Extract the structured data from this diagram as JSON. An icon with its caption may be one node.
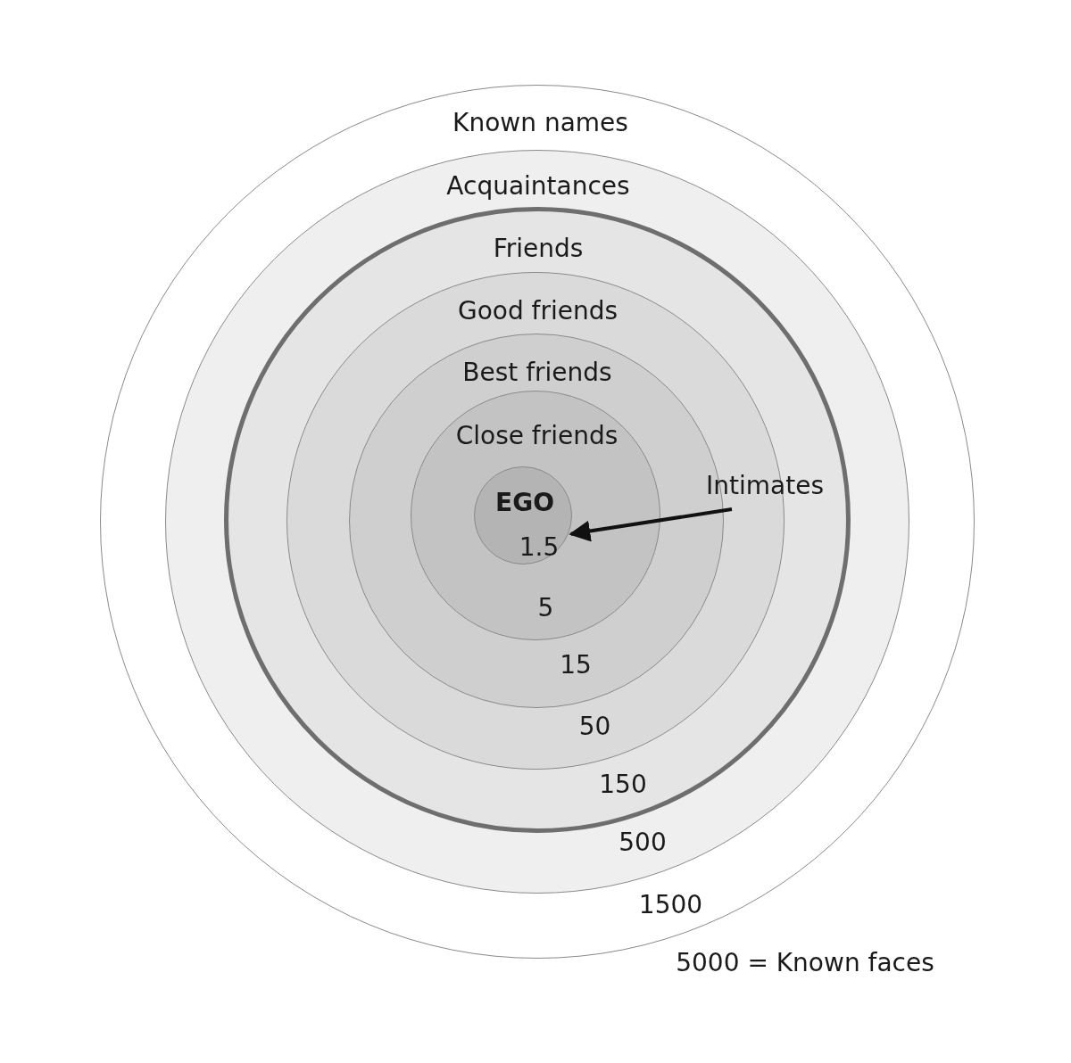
{
  "diagram": {
    "nodes": [
      {
        "text": [
          "Known names",
          "1500"
        ],
        "beside": [
          "5000 = Known faces"
        ]
      },
      {
        "text": [
          "Acquaintances",
          "500"
        ],
        "in": 0
      },
      {
        "text": [
          "Friends",
          "150"
        ],
        "in": 1
      },
      {
        "text": [
          "Good friends",
          "50"
        ],
        "in": 2
      },
      {
        "text": [
          "Best friends",
          "15"
        ],
        "in": 3
      },
      {
        "text": [
          "Close friends",
          "5"
        ],
        "in": 4
      },
      {
        "text": [
          "EGO",
          "1.5"
        ],
        "in": 5
      },
      {
        "text": [
          "Intimates"
        ],
        "in": 2
      }
    ],
    "edges": [
      {
        "from": 7,
        "to": 6,
        "arrow": "to"
      }
    ]
  }
}
